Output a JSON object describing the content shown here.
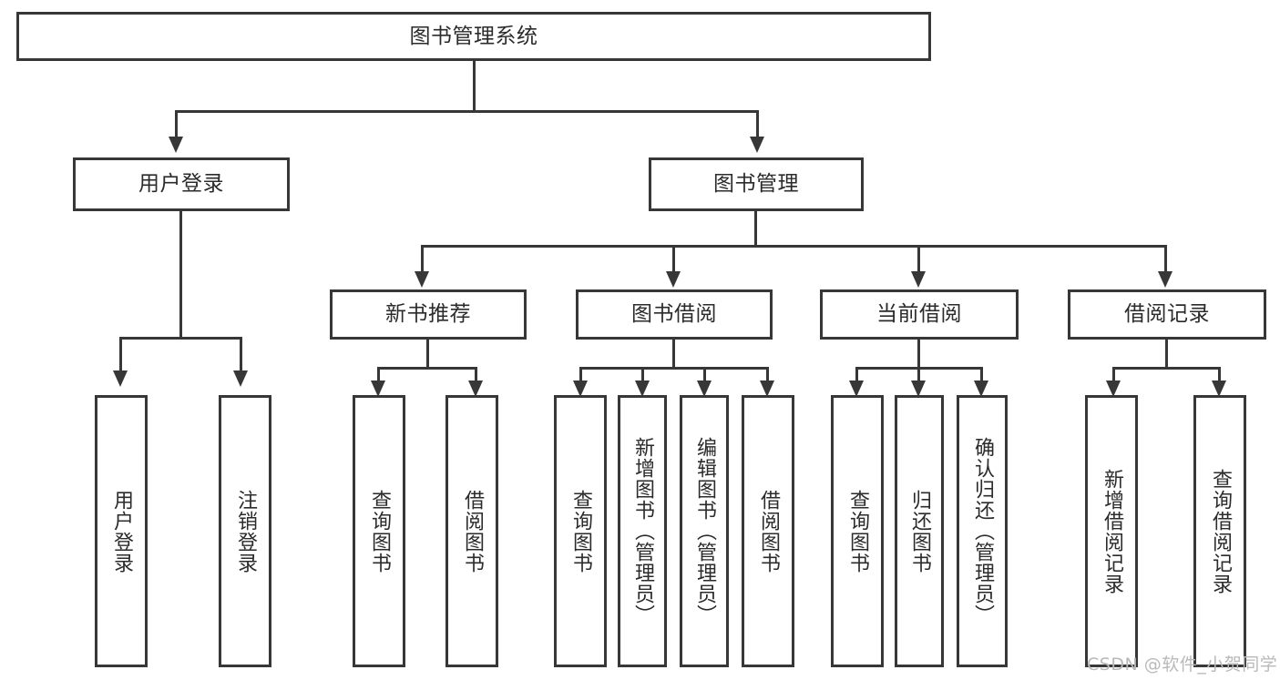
{
  "diagram": {
    "type": "tree-hierarchy",
    "title": "图书管理系统",
    "root": {
      "id": "root",
      "label": "图书管理系统"
    },
    "level2": [
      {
        "id": "user-login",
        "label": "用户登录"
      },
      {
        "id": "book-manage",
        "label": "图书管理"
      }
    ],
    "level3": [
      {
        "id": "new-book-recommend",
        "label": "新书推荐",
        "parent": "book-manage"
      },
      {
        "id": "book-borrow",
        "label": "图书借阅",
        "parent": "book-manage"
      },
      {
        "id": "current-borrow",
        "label": "当前借阅",
        "parent": "book-manage"
      },
      {
        "id": "borrow-record",
        "label": "借阅记录",
        "parent": "book-manage"
      }
    ],
    "leaves": {
      "user_login": [
        {
          "id": "leaf-user-login",
          "label": "用户登录"
        },
        {
          "id": "leaf-logout-login",
          "label": "注销登录"
        }
      ],
      "new_book_recommend": [
        {
          "id": "leaf-query-book-1",
          "label": "查询图书"
        },
        {
          "id": "leaf-borrow-book-1",
          "label": "借阅图书"
        }
      ],
      "book_borrow": [
        {
          "id": "leaf-query-book-2",
          "label": "查询图书"
        },
        {
          "id": "leaf-add-book",
          "label": "新增图书（管理员）"
        },
        {
          "id": "leaf-edit-book",
          "label": "编辑图书（管理员）"
        },
        {
          "id": "leaf-borrow-book-2",
          "label": "借阅图书"
        }
      ],
      "current_borrow": [
        {
          "id": "leaf-query-book-3",
          "label": "查询图书"
        },
        {
          "id": "leaf-return-book",
          "label": "归还图书"
        },
        {
          "id": "leaf-confirm-return",
          "label": "确认归还（管理员）"
        }
      ],
      "borrow_record": [
        {
          "id": "leaf-add-record",
          "label": "新增借阅记录"
        },
        {
          "id": "leaf-query-record",
          "label": "查询借阅记录"
        }
      ]
    },
    "watermark": "CSDN @软件_小贺同学",
    "colors": {
      "stroke": "#373737",
      "fill": "#ffffff",
      "text": "#2b2b2b",
      "watermark": "#b9b9b9"
    }
  }
}
